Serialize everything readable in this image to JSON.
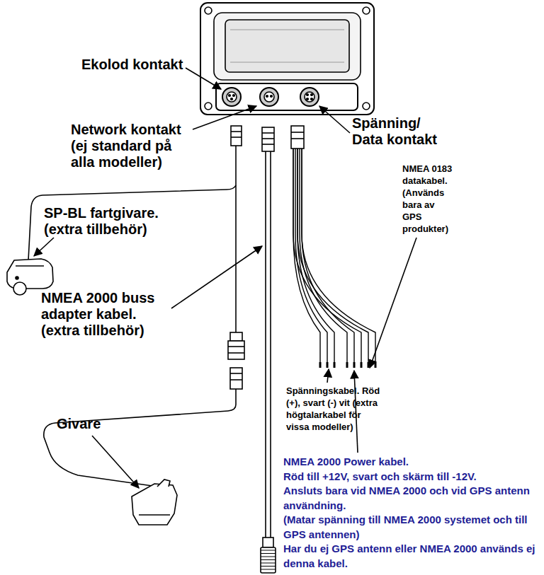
{
  "diagram": {
    "labels": [
      "Ekolod kontakt",
      "Network kontakt (ej standard på alla modeller)",
      "Spänning/ Data kontakt",
      "NMEA 0183 datakabel. (Används bara av GPS produkter)",
      "SP-BL fartgivare. (extra tillbehör)",
      "NMEA 2000 buss adapter kabel. (extra tillbehör)",
      "Spänningskabel. Röd (+), svart (-) vit (extra högtalarkabel för vissa modeller)",
      "Givare",
      "NMEA 2000 Power kabel.",
      "Röd till +12V, svart och skärm till -12V.",
      "Ansluts bara vid NMEA 2000 och vid GPS antenn användning.",
      "(Matar spänning till NMEA 2000 systemet och till GPS antennen)",
      "Har du ej GPS antenn eller NMEA 2000 används ej denna kabel."
    ]
  }
}
